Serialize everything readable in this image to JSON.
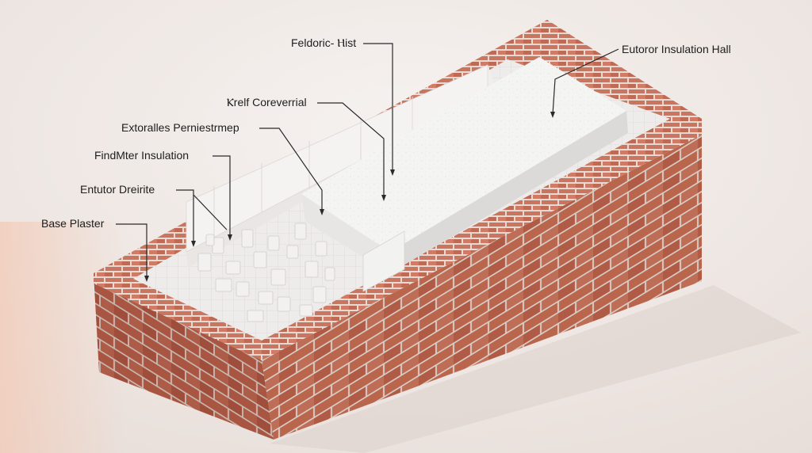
{
  "callouts": [
    {
      "id": "feldoric-hist",
      "text": "Feldoric- Ⲏist"
    },
    {
      "id": "eutoror-insulation-hall",
      "text": "Eutoror Insulation Hall"
    },
    {
      "id": "krelf-coreverrial",
      "text": "Ⲕrelf Coreverrial"
    },
    {
      "id": "extoralles-perniestrmep",
      "text": "Extoralles Perniestrmep"
    },
    {
      "id": "findmter-insulation",
      "text": "FindMter Insulation"
    },
    {
      "id": "entutor-dreirite",
      "text": "Entutor Dreirite"
    },
    {
      "id": "base-plaster",
      "text": "Base Plaster"
    }
  ],
  "colors": {
    "background": "#efe9e6",
    "brick": "#c0684f",
    "brick_dark": "#9c4d39",
    "mortar": "#e7dcd6",
    "insulation": "#f6f6f6",
    "leader": "#2a2a2a"
  }
}
